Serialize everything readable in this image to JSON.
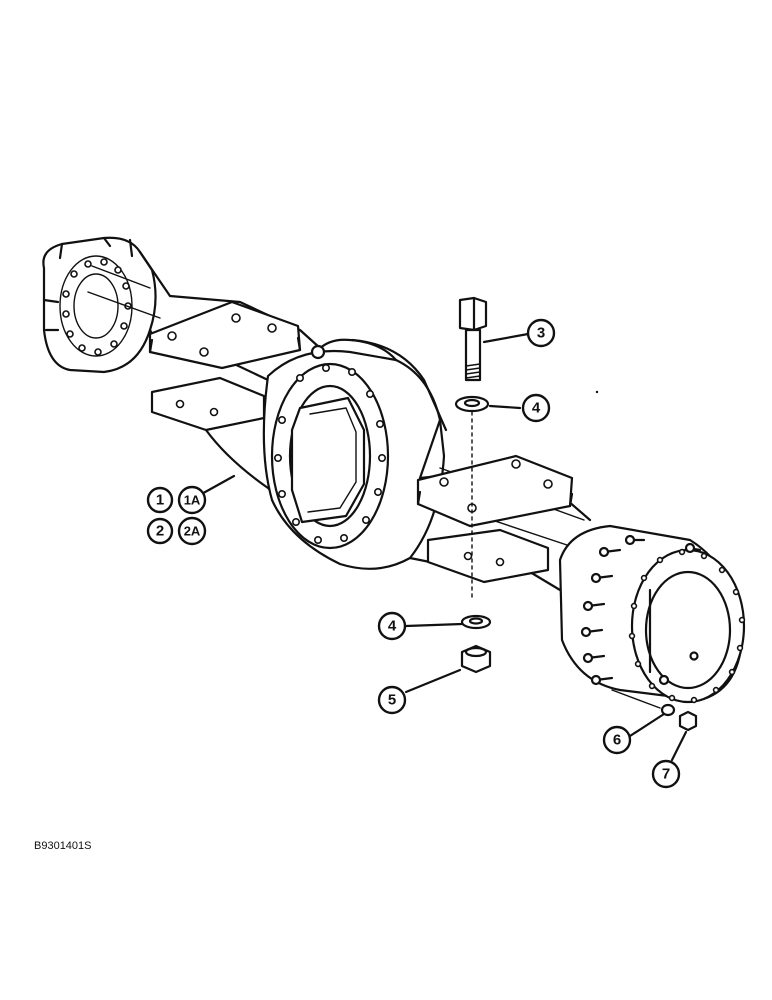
{
  "callouts": {
    "c1": "1",
    "c1a": "1A",
    "c2": "2",
    "c2a": "2A",
    "c3": "3",
    "c4_top": "4",
    "c4_bottom": "4",
    "c5": "5",
    "c6": "6",
    "c7": "7"
  },
  "figure_reference": "B9301401S"
}
